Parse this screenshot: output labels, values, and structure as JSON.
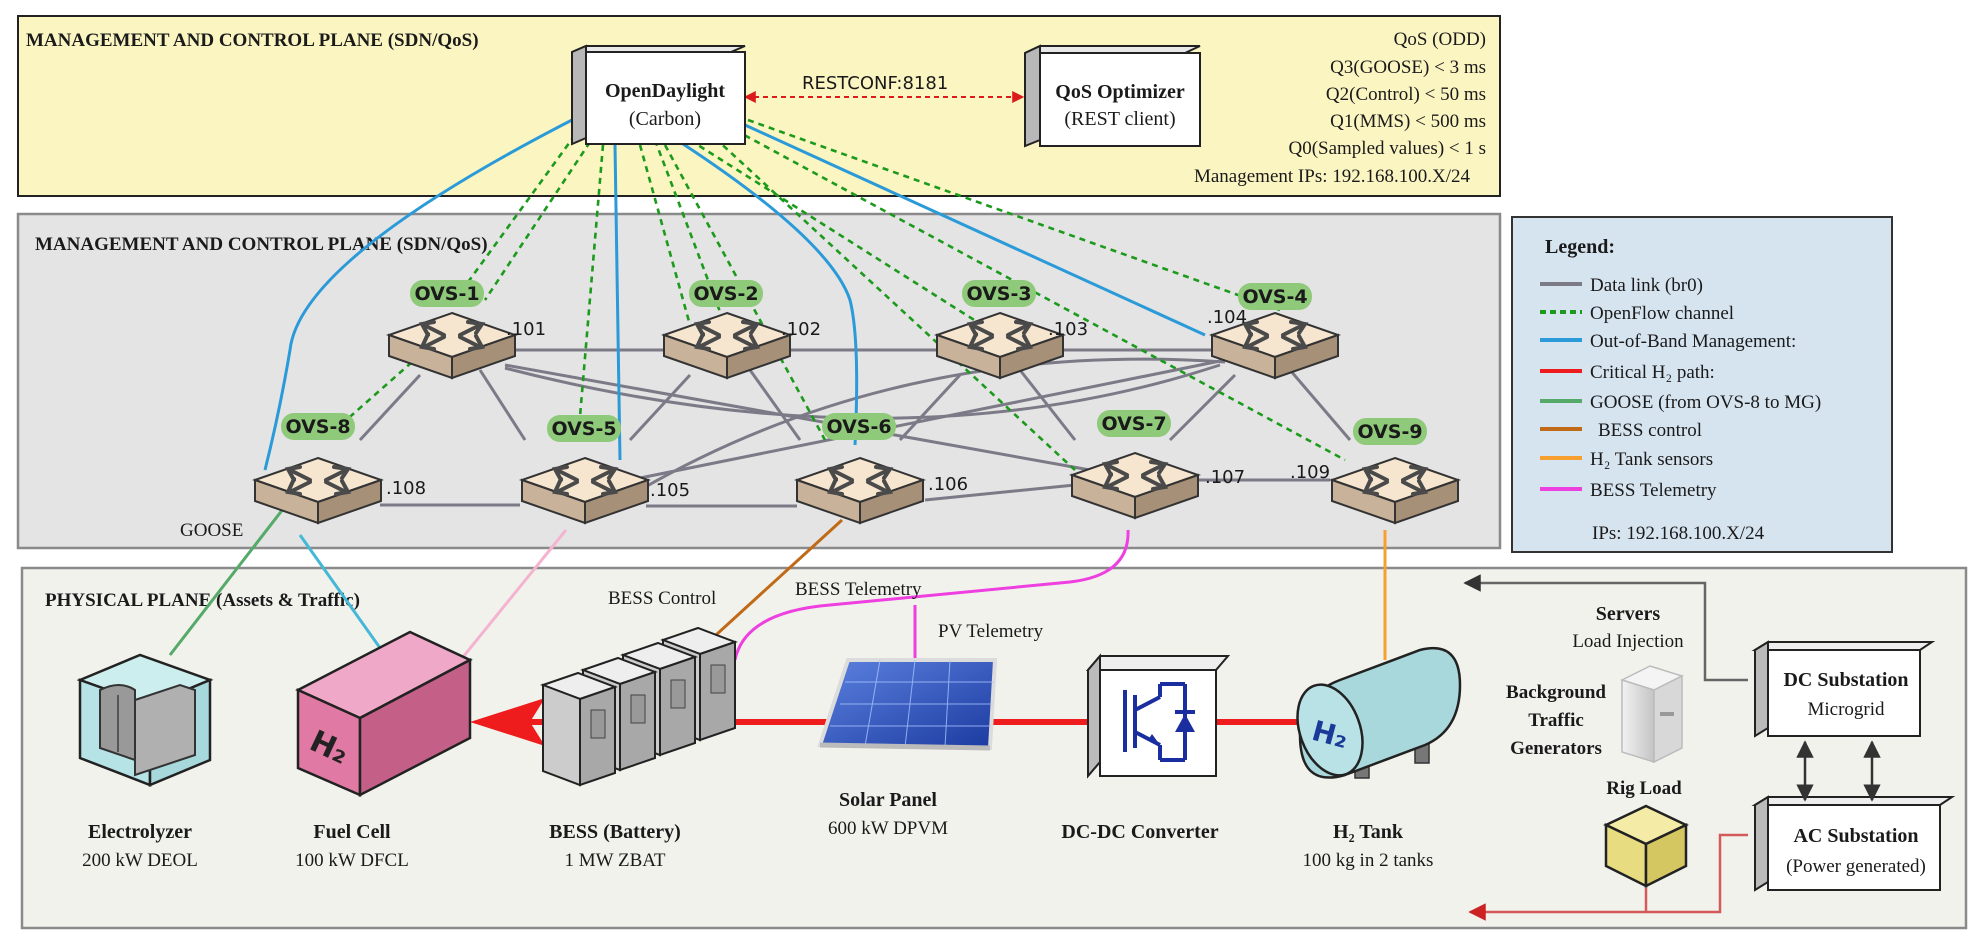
{
  "colors": {
    "top_panel": "#fbf5c2",
    "mid_panel": "#e4e4e4",
    "bottom_panel": "#f2f2ed",
    "legend_panel": "#d6e4f0",
    "data_link": "#7d7a88",
    "openflow": "#1c9a1c",
    "oob": "#2a9ad8",
    "critical_h2": "#ee1c1c",
    "goose": "#55aa6a",
    "bess_control": "#c06a18",
    "h2_sensors": "#f7a030",
    "bess_telemetry": "#ee3fe0",
    "switch_tag": "#8fca7a",
    "fuel_cell": "#d9628e"
  },
  "planes": {
    "top_title": "MANAGEMENT AND CONTROL PLANE (SDN/QoS)",
    "mid_title": "MANAGEMENT AND CONTROL PLANE (SDN/QoS)",
    "bottom_title": "PHYSICAL PLANE (Assets & Traffic)"
  },
  "controller": {
    "name": "OpenDaylight",
    "sub": "(Carbon)"
  },
  "optimizer": {
    "name": "QoS Optimizer",
    "sub": "(REST client)"
  },
  "restconf_label": "RESTCONF:8181",
  "qos": {
    "title": "QoS (ODD)",
    "lines": [
      "Q3(GOOSE) < 3 ms",
      "Q2(Control) < 50 ms",
      "Q1(MMS) < 500 ms",
      "Q0(Sampled values) < 1 s"
    ],
    "mgmt_ips": "Management IPs: 192.168.100.X/24"
  },
  "switches": [
    {
      "id": "OVS-1",
      "ip": ".101"
    },
    {
      "id": "OVS-2",
      "ip": ".102"
    },
    {
      "id": "OVS-3",
      "ip": ".103"
    },
    {
      "id": "OVS-4",
      "ip": ".104"
    },
    {
      "id": "OVS-5",
      "ip": ".105"
    },
    {
      "id": "OVS-6",
      "ip": ".106"
    },
    {
      "id": "OVS-7",
      "ip": ".107"
    },
    {
      "id": "OVS-8",
      "ip": ".108"
    },
    {
      "id": "OVS-9",
      "ip": ".109"
    }
  ],
  "legend": {
    "title": "Legend:",
    "items": [
      {
        "label": "Data link (br0)"
      },
      {
        "label": "OpenFlow channel"
      },
      {
        "label": "Out-of-Band Management:"
      },
      {
        "label": "Critical H₂ path:"
      },
      {
        "label": "GOOSE (from OVS-8 to MG)"
      },
      {
        "label": "BESS control"
      },
      {
        "label": "H₂ Tank sensors"
      },
      {
        "label": "BESS Telemetry"
      }
    ],
    "ips": "IPs: 192.168.100.X/24"
  },
  "link_labels": {
    "goose": "GOOSE",
    "bess_control": "BESS Control",
    "bess_telemetry": "BESS Telemetry",
    "pv_telemetry": "PV Telemetry"
  },
  "assets": {
    "electrolyzer": {
      "name": "Electrolyzer",
      "spec": "200 kW DEOL"
    },
    "fuel_cell": {
      "name": "Fuel Cell",
      "spec": "100 kW DFCL",
      "mark": "H₂"
    },
    "bess": {
      "name": "BESS (Battery)",
      "spec": "1 MW ZBAT"
    },
    "solar": {
      "name": "Solar Panel",
      "spec": "600 kW DPVM"
    },
    "dcdc": {
      "name": "DC-DC Converter"
    },
    "h2_tank": {
      "name": "H₂ Tank",
      "spec": "100 kg in 2 tanks",
      "mark": "H₂"
    }
  },
  "servers": {
    "name": "Servers",
    "sub": "Load Injection"
  },
  "traffic": {
    "lines": [
      "Background",
      "Traffic",
      "Generators"
    ]
  },
  "rig_load": "Rig Load",
  "dc_sub": {
    "name": "DC Substation",
    "sub": "Microgrid"
  },
  "ac_sub": {
    "name": "AC Substation",
    "sub": "(Power generated)"
  }
}
